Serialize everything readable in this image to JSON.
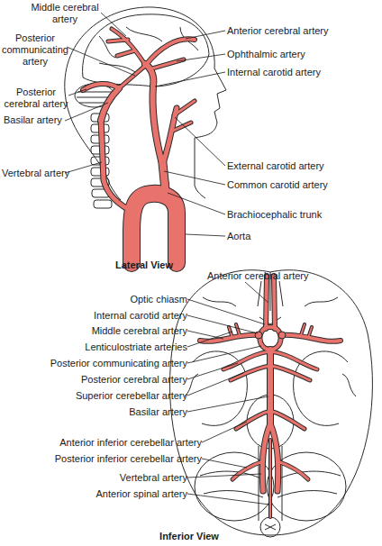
{
  "diagram": {
    "labels": [
      "Middle cerebral artery",
      "Anterior cerebral artery",
      "Posterior communicating artery",
      "Ophthalmic artery",
      "Internal carotid artery",
      "Posterior cerebral artery",
      "Basilar artery",
      "External carotid artery",
      "Common carotid artery",
      "Vertebral artery",
      "Brachiocephalic trunk",
      "Aorta",
      "Lateral View",
      "Anterior cerebral artery",
      "Optic chiasm",
      "Internal carotid artery",
      "Middle cerebral artery",
      "Lenticulostriate arteries",
      "Posterior communicating artery",
      "Posterior cerebral artery",
      "Superior cerebellar artery",
      "Basilar artery",
      "Anterior inferior cerebellar artery",
      "Posterior inferior cerebellar artery",
      "Vertebral artery",
      "Anterior spinal artery",
      "Inferior View"
    ]
  }
}
